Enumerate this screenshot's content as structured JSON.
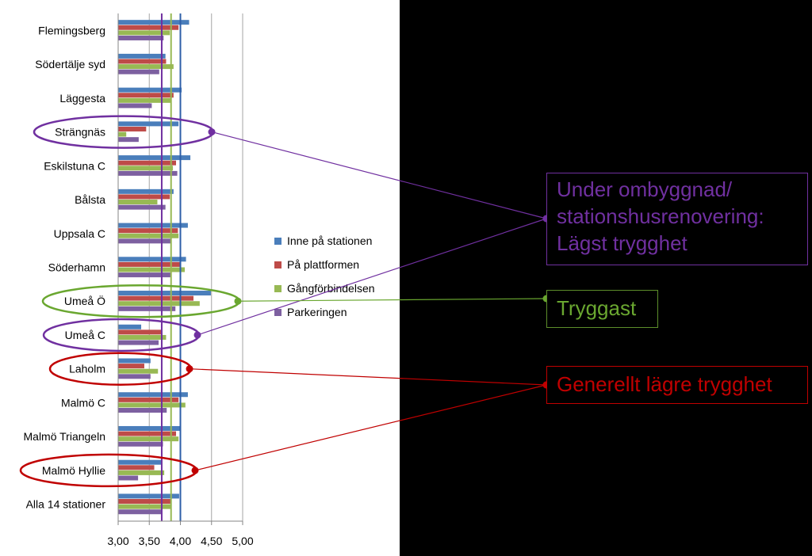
{
  "chart_data": {
    "type": "bar",
    "orientation": "horizontal",
    "categories": [
      "Flemingsberg",
      "Södertälje syd",
      "Läggesta",
      "Strängnäs",
      "Eskilstuna C",
      "Bålsta",
      "Uppsala C",
      "Söderhamn",
      "Umeå Ö",
      "Umeå C",
      "Laholm",
      "Malmö C",
      "Malmö Triangeln",
      "Malmö Hyllie",
      "Alla 14 stationer"
    ],
    "series": [
      {
        "name": "Inne på stationen",
        "color": "#4a7ebb",
        "values": [
          4.14,
          3.76,
          4.02,
          3.97,
          4.16,
          3.89,
          4.12,
          4.09,
          4.49,
          3.37,
          3.52,
          4.12,
          3.99,
          3.7,
          3.98
        ]
      },
      {
        "name": "På plattformen",
        "color": "#be4b48",
        "values": [
          3.97,
          3.77,
          3.89,
          3.45,
          3.93,
          3.83,
          3.96,
          3.99,
          4.21,
          3.69,
          3.42,
          3.97,
          3.93,
          3.58,
          3.85
        ]
      },
      {
        "name": "Gångförbindelsen",
        "color": "#98b954",
        "values": [
          3.83,
          3.89,
          3.85,
          3.13,
          3.88,
          3.63,
          3.97,
          4.07,
          4.31,
          3.77,
          3.64,
          4.08,
          3.97,
          3.74,
          3.85
        ]
      },
      {
        "name": "Parkeringen",
        "color": "#7d60a0",
        "values": [
          3.73,
          3.66,
          3.54,
          3.33,
          3.95,
          3.76,
          3.86,
          3.85,
          3.92,
          3.65,
          3.52,
          3.78,
          3.72,
          3.32,
          3.7
        ]
      }
    ],
    "reference_lines": [
      {
        "color": "#7030a0",
        "value": 3.7
      },
      {
        "color": "#98b954",
        "value": 3.85
      },
      {
        "color": "#2e5fa8",
        "value": 4.0
      }
    ],
    "xlim": [
      3.0,
      5.0
    ],
    "xticks": [
      "3,00",
      "3,50",
      "4,00",
      "4,50",
      "5,00"
    ],
    "grid": true,
    "legend_position": "right",
    "highlights": [
      {
        "category": "Strängnäs",
        "color": "#7030a0",
        "callout": "purple"
      },
      {
        "category": "Umeå C",
        "color": "#7030a0",
        "callout": "purple"
      },
      {
        "category": "Umeå Ö",
        "color": "#6aa730",
        "callout": "green"
      },
      {
        "category": "Laholm",
        "color": "#c00000",
        "callout": "red"
      },
      {
        "category": "Malmö Hyllie",
        "color": "#c00000",
        "callout": "red"
      }
    ]
  },
  "callouts": {
    "purple": {
      "lines": [
        "Under ombyggnad/",
        "stationshusrenovering:",
        "Lägst trygghet"
      ],
      "color": "#7030a0"
    },
    "green": {
      "text": "Tryggast",
      "color": "#6aa730"
    },
    "red": {
      "text": "Generellt lägre trygghet",
      "color": "#c00000"
    }
  }
}
